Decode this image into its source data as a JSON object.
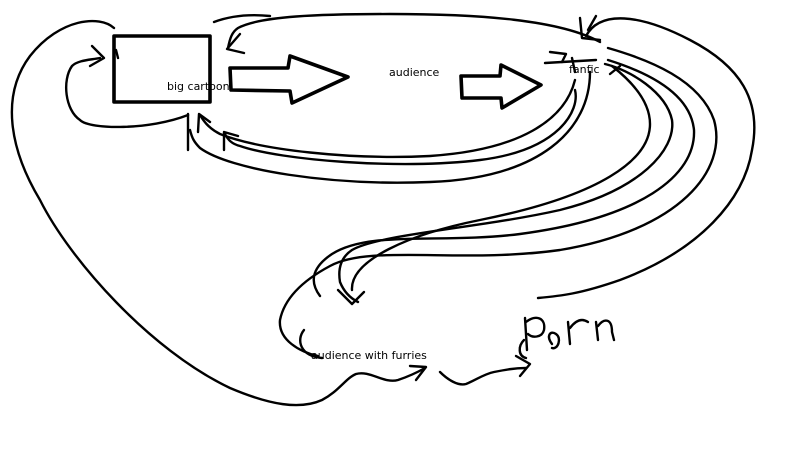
{
  "nodes": {
    "big_cartoon": "big cartoon",
    "audience": "audience",
    "fanfic": "fanfic",
    "audience_with_furries": "audience with furries",
    "porn": "porn"
  },
  "colors": {
    "ink": "#000000",
    "background": "#ffffff"
  }
}
